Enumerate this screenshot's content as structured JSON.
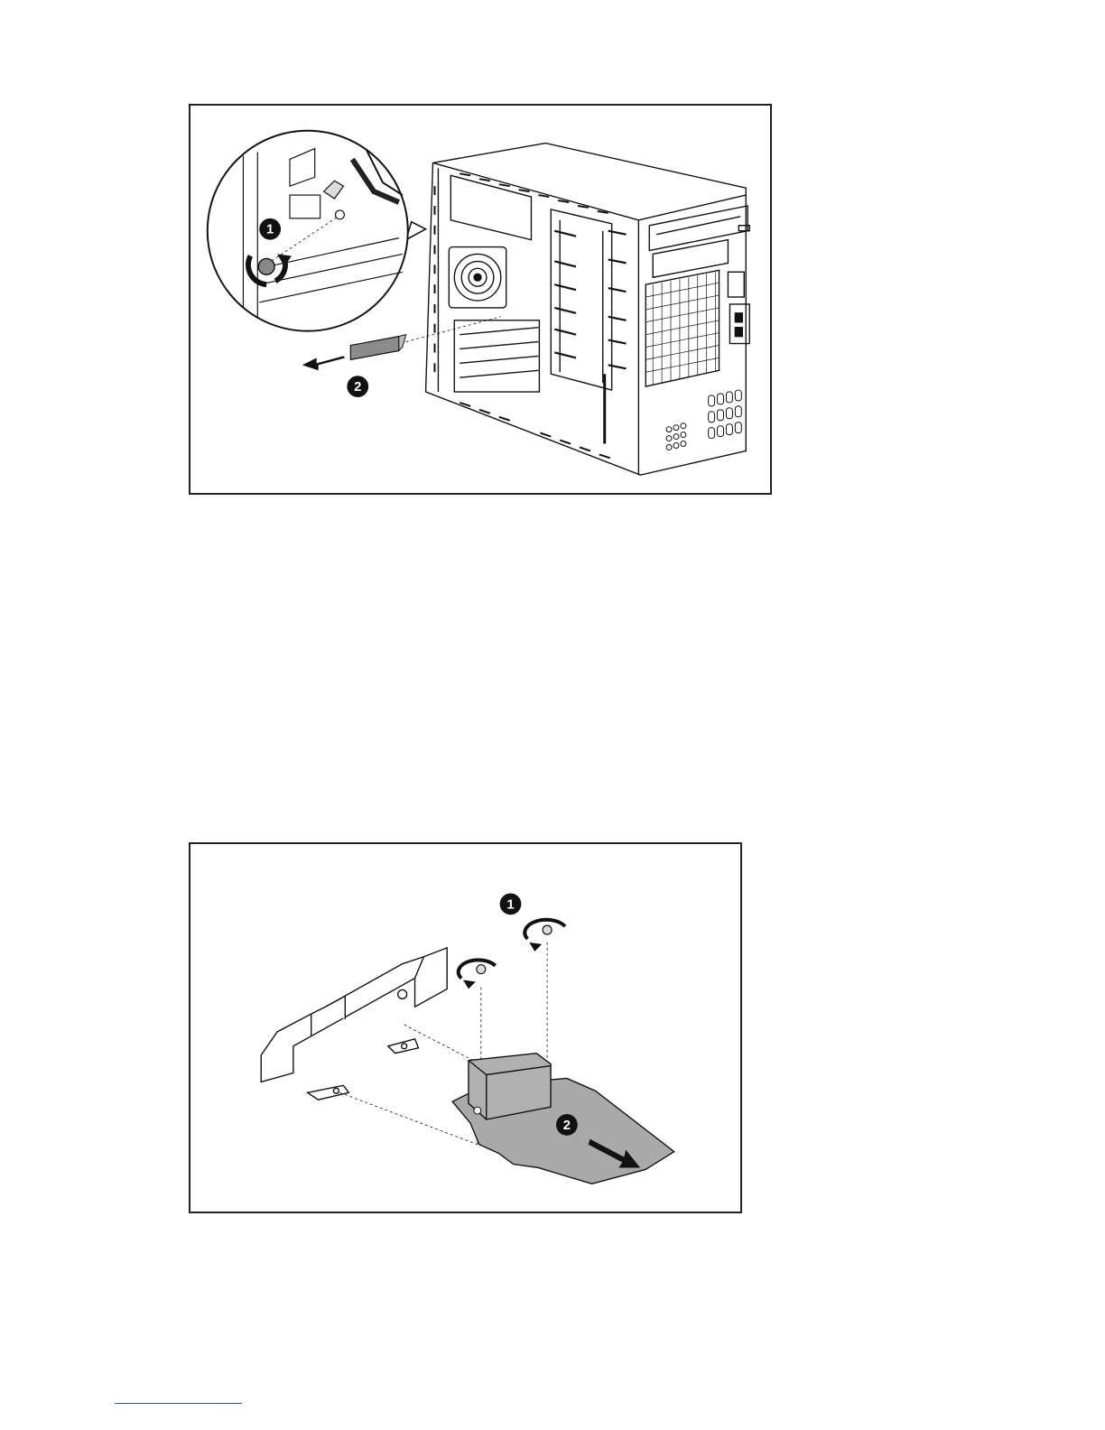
{
  "figures": [
    {
      "name": "remove-slot-cover",
      "callouts": [
        "1",
        "2"
      ],
      "icons": [
        "screw-rotate-icon",
        "pull-arrow-icon"
      ]
    },
    {
      "name": "remove-bracket-from-board",
      "callouts": [
        "1",
        "2"
      ],
      "icons": [
        "screw-rotate-icon",
        "pull-arrow-icon"
      ]
    }
  ],
  "colors": {
    "line": "#111111",
    "callout_fill": "#111111",
    "board_fill": "#a9a9a9",
    "footer_rule": "#2f4fb7"
  }
}
